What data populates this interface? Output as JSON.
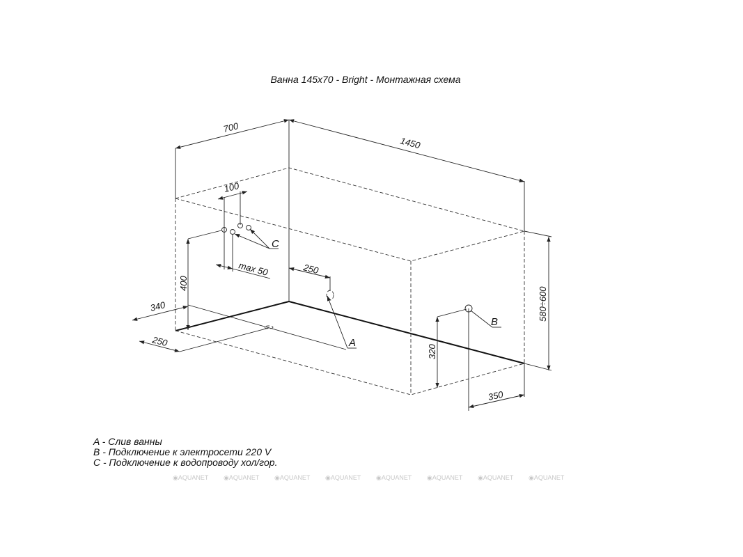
{
  "title": "Ванна 145x70 - Bright - Монтажная схема",
  "dimensions": {
    "width": "700",
    "length": "1450",
    "height": "580÷600",
    "c_spacing": "100",
    "c_offset": "max 50",
    "c_height": "400",
    "drain_offset": "250",
    "floor_340": "340",
    "floor_250": "250",
    "b_height": "320",
    "b_offset": "350"
  },
  "markers": {
    "a": "A",
    "b": "B",
    "c": "C"
  },
  "legend": [
    "A - Слив ванны",
    "B - Подключение к электросети 220 V",
    "C - Подключение к водопроводу хол/гор."
  ],
  "watermark": "AQUANET"
}
